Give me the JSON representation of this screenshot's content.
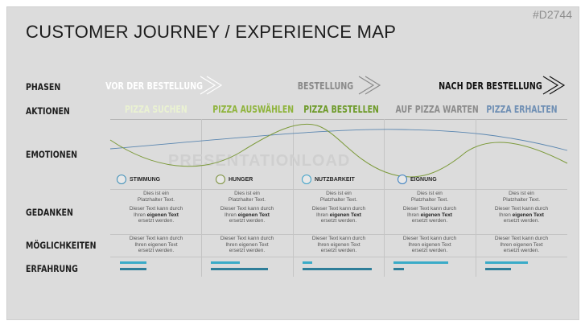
{
  "slide_code": "#D2744",
  "title": "CUSTOMER JOURNEY / EXPERIENCE MAP",
  "watermark": "PRESENTATIONLOAD",
  "row_labels": {
    "phasen": "PHASEN",
    "aktionen": "AKTIONEN",
    "emotionen": "EMOTIONEN",
    "gedanken": "GEDANKEN",
    "moeglichkeiten": "MÖGLICHKEITEN",
    "erfahrung": "ERFAHRUNG"
  },
  "phases": [
    "VOR DER BESTELLUNG",
    "BESTELLUNG",
    "NACH DER BESTELLUNG"
  ],
  "columns": [
    {
      "action": "PIZZA SUCHEN",
      "color": "#eaf2d2",
      "emotion": "STIMMUNG",
      "ring": "#3e8fb8"
    },
    {
      "action": "PIZZA AUSWÄHLEN",
      "color": "#8fb43c",
      "emotion": "HUNGER",
      "ring": "#7a8f3a"
    },
    {
      "action": "PIZZA BESTELLEN",
      "color": "#6d9a28",
      "emotion": "NUTZBARKEIT",
      "ring": "#3aa0c8"
    },
    {
      "action": "AUF PIZZA WARTEN",
      "color": "#8c8c8c",
      "emotion": "EIGNUNG",
      "ring": "#3a7fc0"
    },
    {
      "action": "PIZZA ERHALTEN",
      "color": "#6f8fb4",
      "emotion": "",
      "ring": ""
    }
  ],
  "thoughts": {
    "line1": "Dies ist ein",
    "line2": "Platzhalter Text.",
    "line3": "Dieser Text kann durch",
    "line4_pre": "Ihren ",
    "line4_bold": "eigenen Text",
    "line5": "ersetzt werden."
  },
  "possibilities": {
    "line1": "Dieser Text kann durch",
    "line2": "Ihren eigenen Text",
    "line3": "ersetzt werden."
  },
  "experience_levels": [
    {
      "top": 0.35,
      "bottom": 0.35
    },
    {
      "top": 0.38,
      "bottom": 0.75
    },
    {
      "top": 0.13,
      "bottom": 0.9
    },
    {
      "top": 0.72,
      "bottom": 0.14
    },
    {
      "top": 0.56,
      "bottom": 0.34
    }
  ],
  "colors": {
    "teal": "#3aabc8",
    "dark_teal": "#2f7e99",
    "olive": "#7c9a3a",
    "blue_line": "#5a86b0"
  }
}
